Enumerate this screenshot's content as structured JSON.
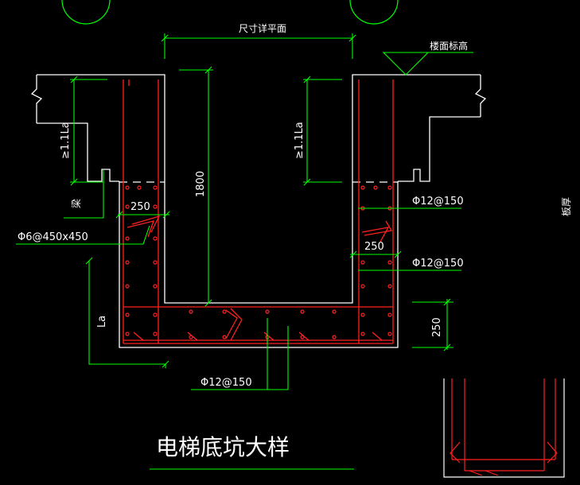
{
  "drawing": {
    "title": "电梯底坑大样",
    "dim_top": "尺寸详平面",
    "floor_level": "楼面标高",
    "anchor_left": "≥1.1La",
    "anchor_right": "≥1.1La",
    "depth": "1800",
    "wall_width_left": "250",
    "wall_width_right": "250",
    "slab_thickness": "250",
    "tie_bar": "Φ6@450x450",
    "rebar_right_1": "Φ12@150",
    "rebar_right_2": "Φ12@150",
    "rebar_bottom": "Φ12@150",
    "anchor_bottom_left": "La",
    "beam_label": "梁",
    "side_label": "板厚"
  },
  "colors": {
    "concrete": "#ffffff",
    "rebar": "#ff2020",
    "dimension": "#00ff00",
    "background": "#000000"
  }
}
